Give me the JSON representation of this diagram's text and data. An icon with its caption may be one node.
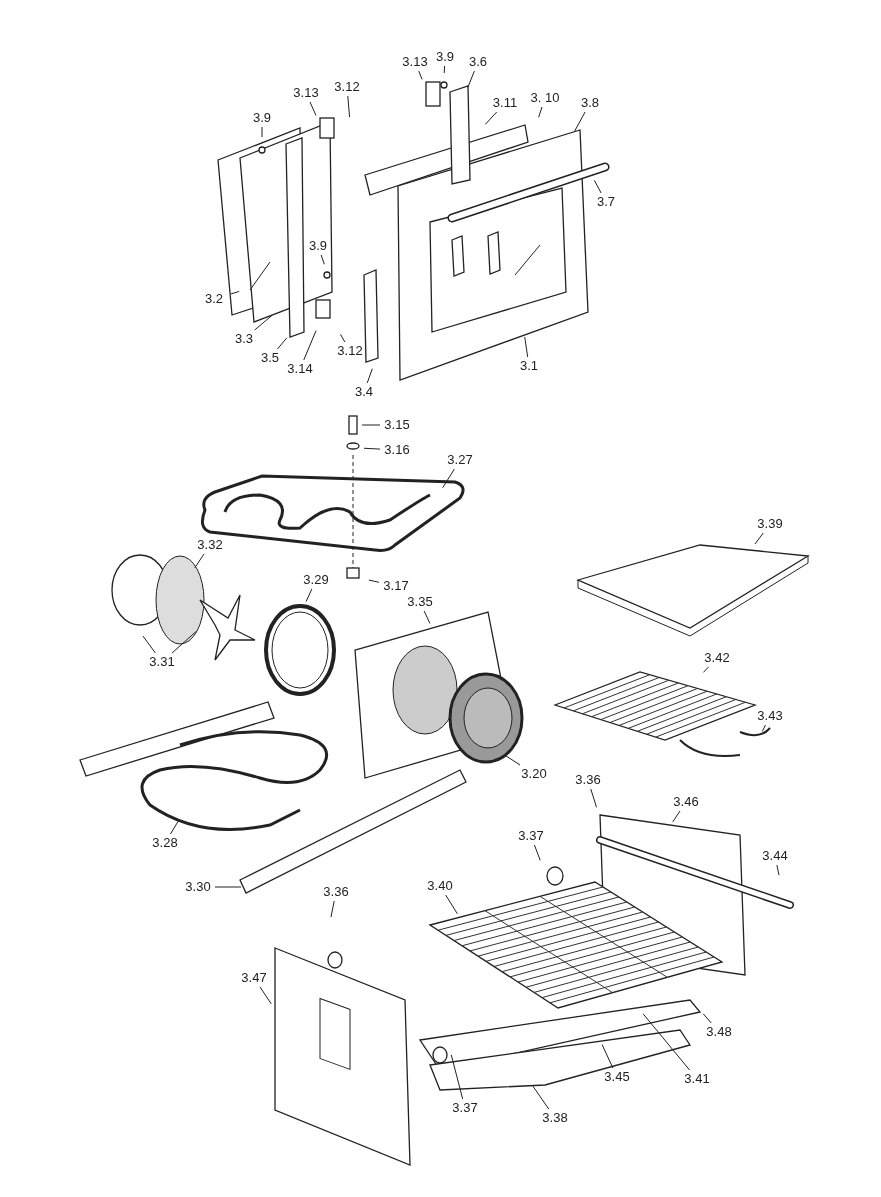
{
  "diagram": {
    "nodes": [
      {
        "text": [
          "3.13"
        ]
      },
      {
        "text": [
          "3.9"
        ]
      },
      {
        "text": [
          "3.6"
        ]
      },
      {
        "text": [
          "3.12"
        ]
      },
      {
        "text": [
          "3.13"
        ]
      },
      {
        "text": [
          "3.11"
        ]
      },
      {
        "text": [
          "3. 10"
        ]
      },
      {
        "text": [
          "3.8"
        ]
      },
      {
        "text": [
          "3.9"
        ]
      },
      {
        "text": [
          "3.7"
        ]
      },
      {
        "text": [
          "3.9"
        ]
      },
      {
        "text": [
          "3.2"
        ]
      },
      {
        "text": [
          "3.3"
        ]
      },
      {
        "text": [
          "3.12"
        ]
      },
      {
        "text": [
          "3.5"
        ]
      },
      {
        "text": [
          "3.14"
        ]
      },
      {
        "text": [
          "3.4"
        ]
      },
      {
        "text": [
          "3.1"
        ]
      },
      {
        "text": [
          "3.15"
        ]
      },
      {
        "text": [
          "3.16"
        ]
      },
      {
        "text": [
          "3.27"
        ]
      },
      {
        "text": [
          "3.32"
        ]
      },
      {
        "text": [
          "3.17"
        ]
      },
      {
        "text": [
          "3.29"
        ]
      },
      {
        "text": [
          "3.35"
        ]
      },
      {
        "text": [
          "3.31"
        ]
      },
      {
        "text": [
          "3.39"
        ]
      },
      {
        "text": [
          "3.42"
        ]
      },
      {
        "text": [
          "3.43"
        ]
      },
      {
        "text": [
          "3.20"
        ]
      },
      {
        "text": [
          "3.28"
        ]
      },
      {
        "text": [
          "3.30"
        ]
      },
      {
        "text": [
          "3.36"
        ]
      },
      {
        "text": [
          "3.46"
        ]
      },
      {
        "text": [
          "3.37"
        ]
      },
      {
        "text": [
          "3.44"
        ]
      },
      {
        "text": [
          "3.40"
        ]
      },
      {
        "text": [
          "3.36"
        ]
      },
      {
        "text": [
          "3.47"
        ]
      },
      {
        "text": [
          "3.48"
        ]
      },
      {
        "text": [
          "3.45"
        ]
      },
      {
        "text": [
          "3.41"
        ]
      },
      {
        "text": [
          "3.37"
        ]
      },
      {
        "text": [
          "3.38"
        ]
      }
    ],
    "edges": [
      {
        "from": 0,
        "to": null,
        "arrow": "none"
      },
      {
        "from": 1,
        "to": null,
        "arrow": "none"
      },
      {
        "from": 2,
        "to": null,
        "arrow": "none"
      },
      {
        "from": 3,
        "to": null,
        "arrow": "none"
      },
      {
        "from": 4,
        "to": null,
        "arrow": "none"
      },
      {
        "from": 5,
        "to": null,
        "arrow": "none"
      },
      {
        "from": 6,
        "to": null,
        "arrow": "none"
      },
      {
        "from": 7,
        "to": null,
        "arrow": "none"
      },
      {
        "from": 8,
        "to": null,
        "arrow": "none"
      },
      {
        "from": 9,
        "to": null,
        "arrow": "none"
      },
      {
        "from": 10,
        "to": null,
        "arrow": "none"
      },
      {
        "from": 11,
        "to": null,
        "arrow": "none"
      },
      {
        "from": 12,
        "to": null,
        "arrow": "none"
      },
      {
        "from": 13,
        "to": null,
        "arrow": "none"
      },
      {
        "from": 14,
        "to": null,
        "arrow": "none"
      },
      {
        "from": 15,
        "to": null,
        "arrow": "none"
      },
      {
        "from": 16,
        "to": null,
        "arrow": "none"
      },
      {
        "from": 17,
        "to": null,
        "arrow": "none"
      },
      {
        "from": 18,
        "to": null,
        "arrow": "none"
      },
      {
        "from": 19,
        "to": null,
        "arrow": "none"
      },
      {
        "from": 20,
        "to": null,
        "arrow": "none"
      },
      {
        "from": 21,
        "to": null,
        "arrow": "none"
      },
      {
        "from": 22,
        "to": null,
        "arrow": "none"
      },
      {
        "from": 23,
        "to": null,
        "arrow": "none"
      },
      {
        "from": 24,
        "to": null,
        "arrow": "none"
      },
      {
        "from": 25,
        "to": null,
        "arrow": "none"
      },
      {
        "from": 25,
        "to": null,
        "arrow": "none"
      },
      {
        "from": 26,
        "to": null,
        "arrow": "none"
      },
      {
        "from": 27,
        "to": null,
        "arrow": "none"
      },
      {
        "from": 28,
        "to": null,
        "arrow": "none"
      },
      {
        "from": 29,
        "to": null,
        "arrow": "none"
      },
      {
        "from": 30,
        "to": null,
        "arrow": "none"
      },
      {
        "from": 31,
        "to": null,
        "arrow": "none"
      },
      {
        "from": 32,
        "to": null,
        "arrow": "none"
      },
      {
        "from": 33,
        "to": null,
        "arrow": "none"
      },
      {
        "from": 34,
        "to": null,
        "arrow": "none"
      },
      {
        "from": 35,
        "to": null,
        "arrow": "none"
      },
      {
        "from": 36,
        "to": null,
        "arrow": "none"
      },
      {
        "from": 37,
        "to": null,
        "arrow": "none"
      },
      {
        "from": 38,
        "to": null,
        "arrow": "none"
      },
      {
        "from": 39,
        "to": null,
        "arrow": "none"
      },
      {
        "from": 40,
        "to": null,
        "arrow": "none"
      },
      {
        "from": 41,
        "to": null,
        "arrow": "none"
      },
      {
        "from": 42,
        "to": null,
        "arrow": "none"
      },
      {
        "from": 43,
        "to": null,
        "arrow": "none"
      }
    ]
  }
}
